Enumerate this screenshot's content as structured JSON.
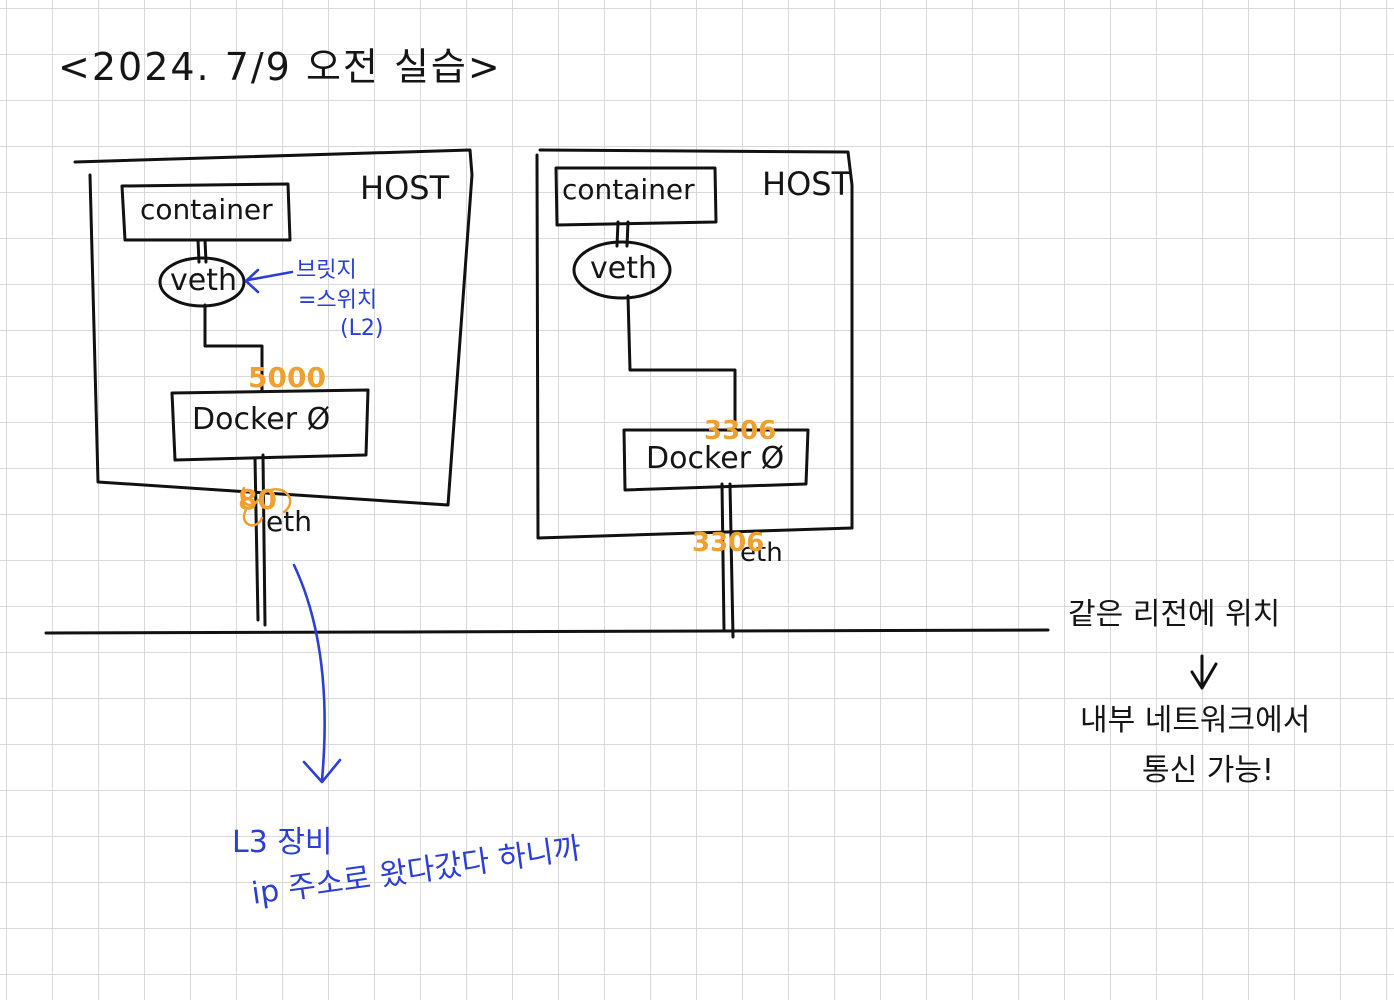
{
  "title": "<2024. 7/9 오전 실습>",
  "host_left": {
    "host_label": "HOST",
    "container_label": "container",
    "veth_label": "veth",
    "docker_label": "Docker Ø",
    "eth_label": "eth",
    "docker_port": "5000",
    "eth_port": "80",
    "bridge_note": [
      "브릿지",
      "=스위치",
      "(L2)"
    ]
  },
  "host_right": {
    "host_label": "HOST",
    "container_label": "container",
    "veth_label": "veth",
    "docker_label": "Docker Ø",
    "eth_label": "eth",
    "docker_port": "3306",
    "eth_port": "3306"
  },
  "note_l3": [
    "L3 장비",
    "ip 주소로 왔다갔다 하니까"
  ],
  "note_region": [
    "같은 리전에 위치",
    "↓",
    "내부 네트워크에서",
    "통신 가능!"
  ],
  "colors": {
    "ink": "#111111",
    "blue": "#2b3fd6",
    "orange": "#f0a030",
    "grid": "#d9d9d9"
  }
}
